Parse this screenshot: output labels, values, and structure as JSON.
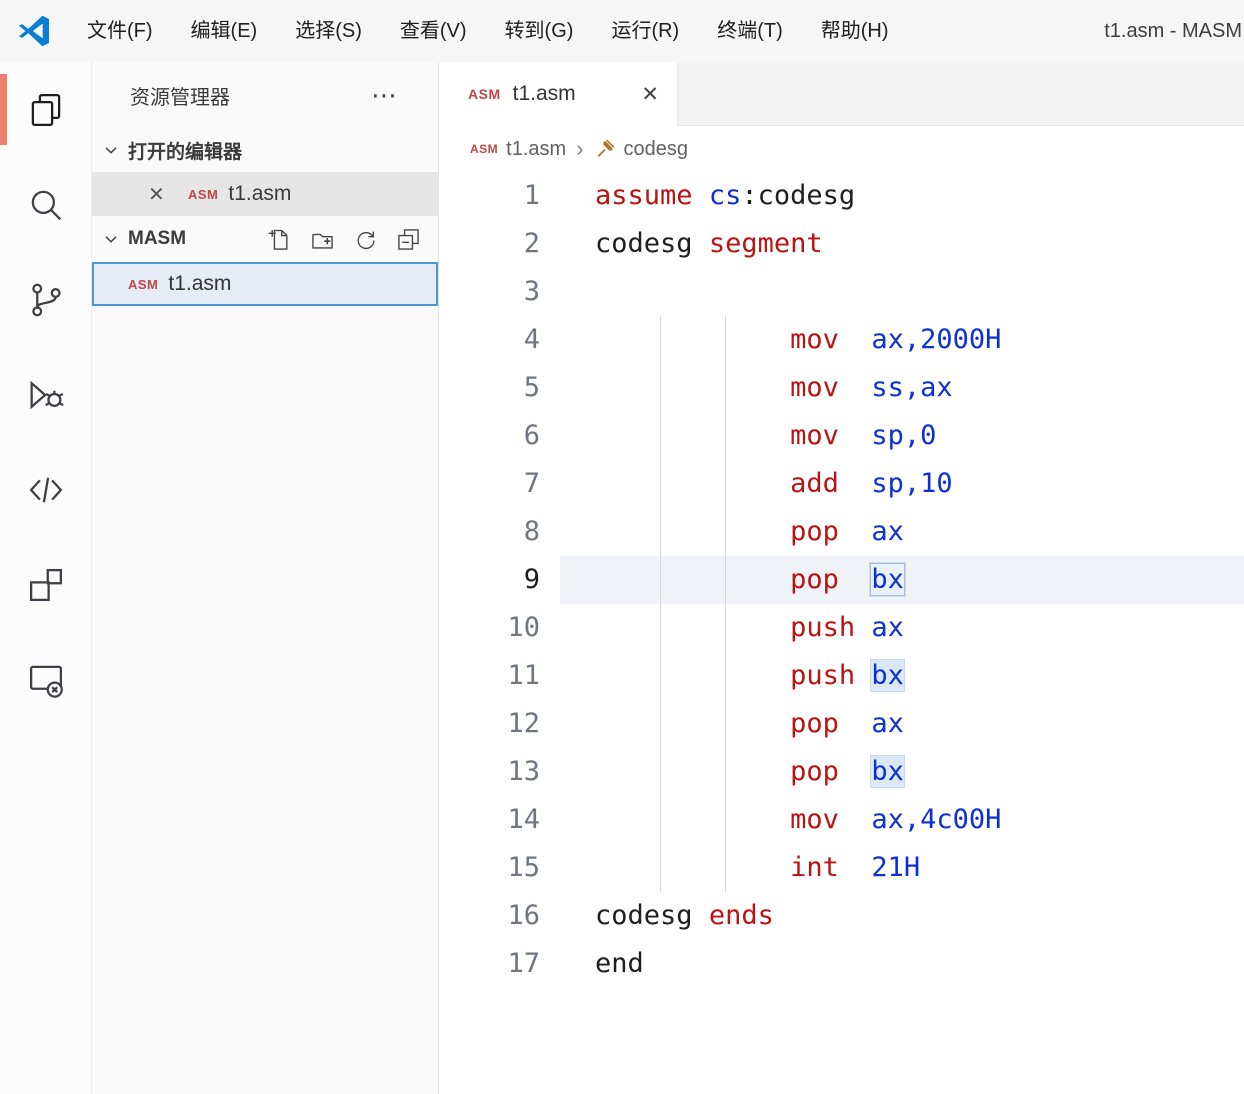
{
  "window": {
    "title": "t1.asm - MASM"
  },
  "menu_bar": {
    "items": [
      "文件(F)",
      "编辑(E)",
      "选择(S)",
      "查看(V)",
      "转到(G)",
      "运行(R)",
      "终端(T)",
      "帮助(H)"
    ]
  },
  "icons": {
    "close": "✕",
    "more": "⋯"
  },
  "activity_bar": {
    "items": [
      {
        "name": "explorer",
        "active": true
      },
      {
        "name": "search",
        "active": false
      },
      {
        "name": "source-control",
        "active": false
      },
      {
        "name": "run-and-debug",
        "active": false
      },
      {
        "name": "code-tools",
        "active": false
      },
      {
        "name": "extensions",
        "active": false
      },
      {
        "name": "remote-explorer",
        "active": false
      }
    ]
  },
  "sidebar": {
    "title": "资源管理器",
    "open_editors": {
      "label": "打开的编辑器",
      "items": [
        {
          "badge": "ASM",
          "name": "t1.asm"
        }
      ]
    },
    "workspace": {
      "label": "MASM",
      "files": [
        {
          "badge": "ASM",
          "name": "t1.asm",
          "selected": true
        }
      ]
    }
  },
  "editor": {
    "tab": {
      "badge": "ASM",
      "name": "t1.asm"
    },
    "breadcrumb": {
      "file_badge": "ASM",
      "file": "t1.asm",
      "separator": "›",
      "symbol": "codesg"
    },
    "active_line": 9,
    "lines": [
      {
        "num": 1,
        "tokens": [
          {
            "t": "assume",
            "c": "kw"
          },
          {
            "t": " ",
            "c": "pl"
          },
          {
            "t": "cs",
            "c": "op"
          },
          {
            "t": ":codesg",
            "c": "pl"
          }
        ]
      },
      {
        "num": 2,
        "tokens": [
          {
            "t": "codesg",
            "c": "pl"
          },
          {
            "t": " ",
            "c": "pl"
          },
          {
            "t": "segment",
            "c": "kw"
          }
        ]
      },
      {
        "num": 3,
        "tokens": []
      },
      {
        "num": 4,
        "tokens": [
          {
            "t": "            ",
            "c": "pl"
          },
          {
            "t": "mov",
            "c": "kw"
          },
          {
            "t": "  ",
            "c": "pl"
          },
          {
            "t": "ax,2000H",
            "c": "op"
          }
        ]
      },
      {
        "num": 5,
        "tokens": [
          {
            "t": "            ",
            "c": "pl"
          },
          {
            "t": "mov",
            "c": "kw"
          },
          {
            "t": "  ",
            "c": "pl"
          },
          {
            "t": "ss,ax",
            "c": "op"
          }
        ]
      },
      {
        "num": 6,
        "tokens": [
          {
            "t": "            ",
            "c": "pl"
          },
          {
            "t": "mov",
            "c": "kw"
          },
          {
            "t": "  ",
            "c": "pl"
          },
          {
            "t": "sp,0",
            "c": "op"
          }
        ]
      },
      {
        "num": 7,
        "tokens": [
          {
            "t": "            ",
            "c": "pl"
          },
          {
            "t": "add",
            "c": "kw"
          },
          {
            "t": "  ",
            "c": "pl"
          },
          {
            "t": "sp,10",
            "c": "op"
          }
        ]
      },
      {
        "num": 8,
        "tokens": [
          {
            "t": "            ",
            "c": "pl"
          },
          {
            "t": "pop",
            "c": "kw"
          },
          {
            "t": "  ",
            "c": "pl"
          },
          {
            "t": "ax",
            "c": "op"
          }
        ]
      },
      {
        "num": 9,
        "tokens": [
          {
            "t": "            ",
            "c": "pl"
          },
          {
            "t": "pop",
            "c": "kw"
          },
          {
            "t": "  ",
            "c": "pl"
          },
          {
            "t": "bx",
            "c": "op",
            "box": "word"
          }
        ]
      },
      {
        "num": 10,
        "tokens": [
          {
            "t": "            ",
            "c": "pl"
          },
          {
            "t": "push",
            "c": "kw"
          },
          {
            "t": " ",
            "c": "pl"
          },
          {
            "t": "ax",
            "c": "op"
          }
        ]
      },
      {
        "num": 11,
        "tokens": [
          {
            "t": "            ",
            "c": "pl"
          },
          {
            "t": "push",
            "c": "kw"
          },
          {
            "t": " ",
            "c": "pl"
          },
          {
            "t": "bx",
            "c": "op",
            "box": "occ"
          }
        ]
      },
      {
        "num": 12,
        "tokens": [
          {
            "t": "            ",
            "c": "pl"
          },
          {
            "t": "pop",
            "c": "kw"
          },
          {
            "t": "  ",
            "c": "pl"
          },
          {
            "t": "ax",
            "c": "op"
          }
        ]
      },
      {
        "num": 13,
        "tokens": [
          {
            "t": "            ",
            "c": "pl"
          },
          {
            "t": "pop",
            "c": "kw"
          },
          {
            "t": "  ",
            "c": "pl"
          },
          {
            "t": "bx",
            "c": "op",
            "box": "occ"
          }
        ]
      },
      {
        "num": 14,
        "tokens": [
          {
            "t": "            ",
            "c": "pl"
          },
          {
            "t": "mov",
            "c": "kw"
          },
          {
            "t": "  ",
            "c": "pl"
          },
          {
            "t": "ax,4c00H",
            "c": "op"
          }
        ]
      },
      {
        "num": 15,
        "tokens": [
          {
            "t": "            ",
            "c": "pl"
          },
          {
            "t": "int",
            "c": "kw"
          },
          {
            "t": "  ",
            "c": "pl"
          },
          {
            "t": "21H",
            "c": "op"
          }
        ]
      },
      {
        "num": 16,
        "tokens": [
          {
            "t": "codesg",
            "c": "pl"
          },
          {
            "t": " ",
            "c": "pl"
          },
          {
            "t": "ends",
            "c": "kw"
          }
        ]
      },
      {
        "num": 17,
        "tokens": [
          {
            "t": "end",
            "c": "pl"
          }
        ]
      }
    ]
  },
  "colors": {
    "keyword": "#b81414",
    "operand": "#0d2fd6",
    "text": "#1f1f1f",
    "line_number": "#6e7681",
    "badge": "#c14747",
    "active_indicator": "#ee7f6d",
    "selection_border": "#4d97d6",
    "current_line": "#eff3f8",
    "word_highlight": "#e9f1fb",
    "occurrence": "#dbe8f7"
  }
}
